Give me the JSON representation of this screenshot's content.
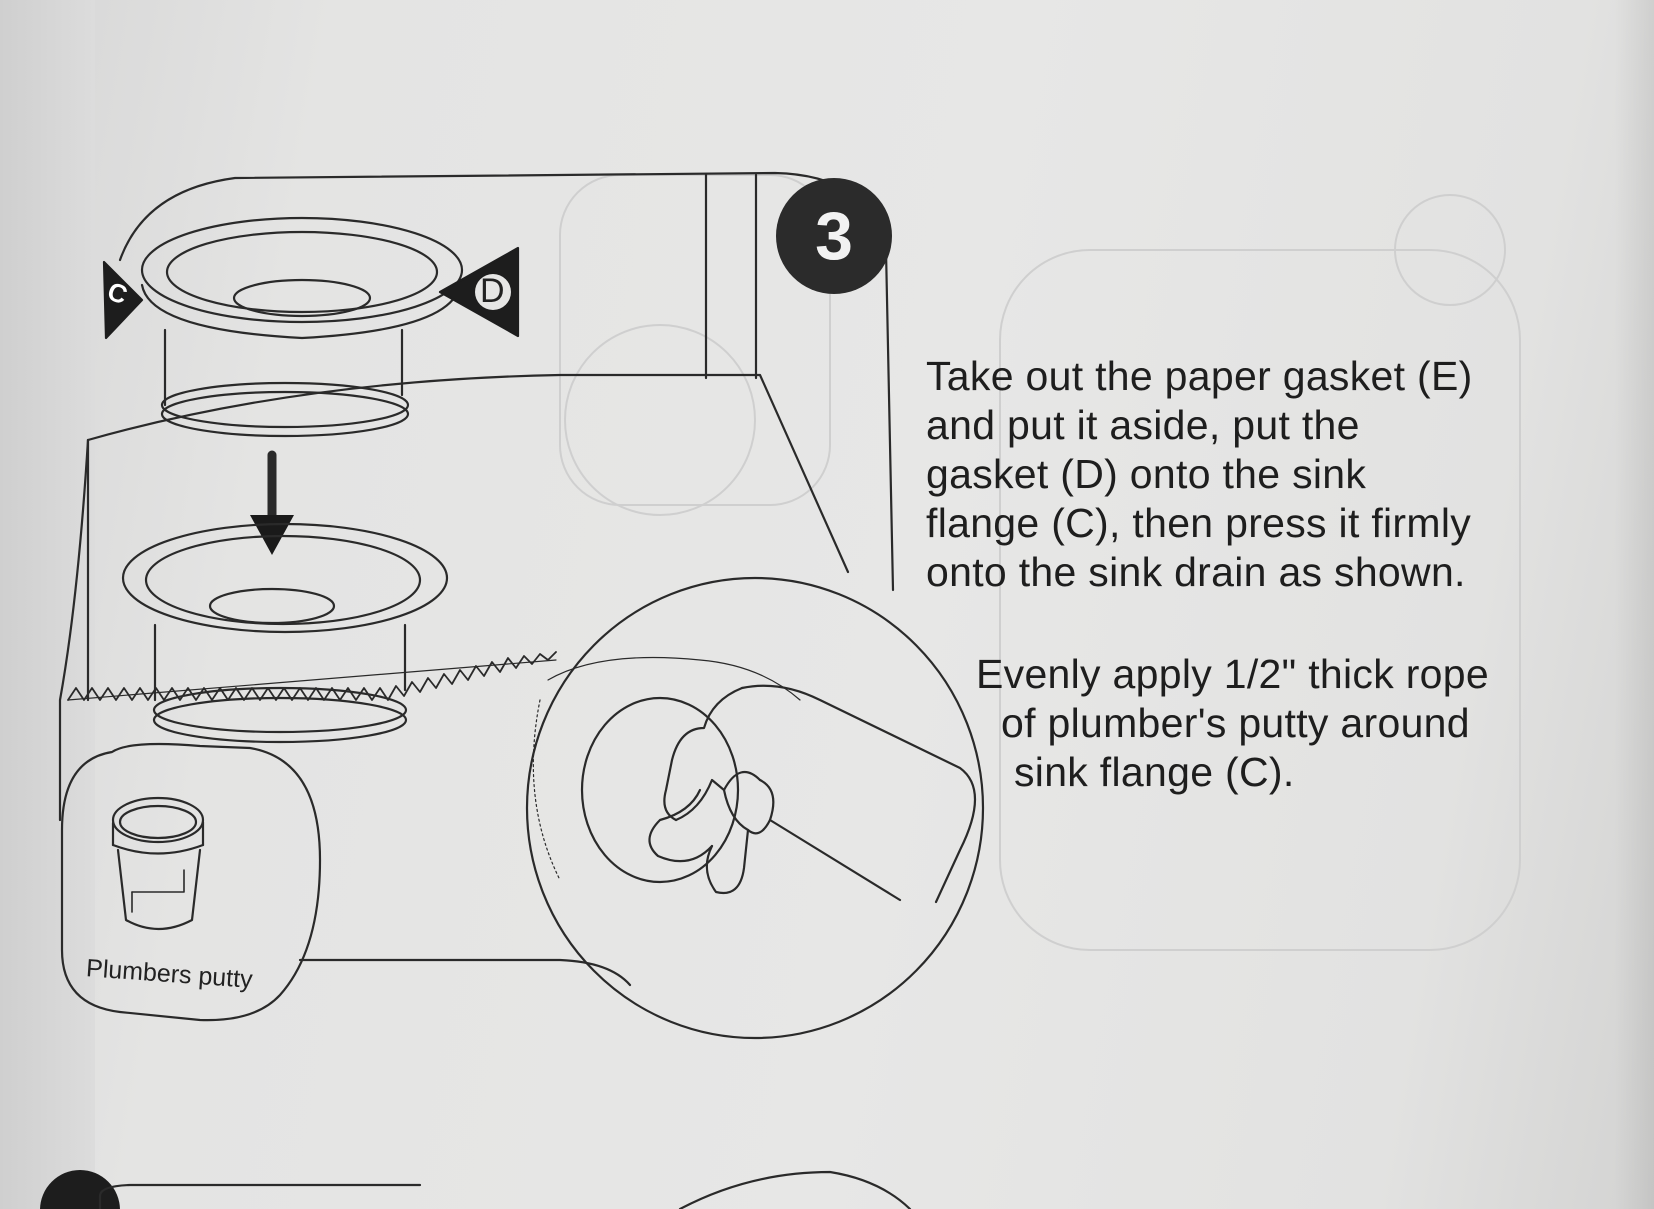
{
  "step": {
    "number": "3"
  },
  "labels": {
    "part_c": "C",
    "part_d": "D",
    "putty_container": "Plumbers putty"
  },
  "instructions": {
    "gasket": [
      "Take out the paper gasket (E)",
      "and put it aside, put the",
      "gasket (D) onto the sink",
      "flange (C), then press it firmly",
      "onto the sink drain as shown."
    ],
    "putty": [
      "Evenly apply 1/2\" thick rope",
      "of plumber's putty around",
      "sink flange (C)."
    ]
  },
  "colors": {
    "paper": "#e6e6e5",
    "ink": "#1e1e1e",
    "badge": "#2b2b2b"
  }
}
